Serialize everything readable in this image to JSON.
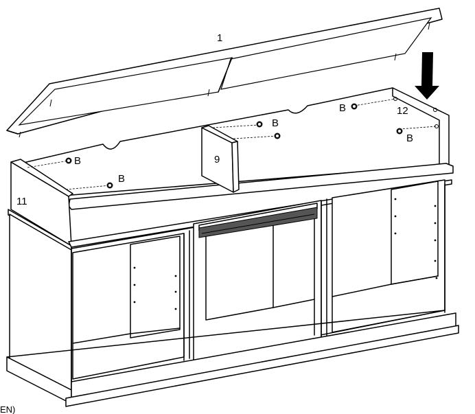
{
  "part_labels": {
    "top_glass_lid": "1",
    "center_divider": "9",
    "left_side_panel": "11",
    "right_side_panel": "12"
  },
  "hardware_label": "B",
  "footer_fragment": "EN)",
  "colors": {
    "line": "#000000",
    "background": "#ffffff"
  },
  "icons": {
    "arrow": "down-arrow-icon",
    "screw": "cam-bolt-icon"
  }
}
